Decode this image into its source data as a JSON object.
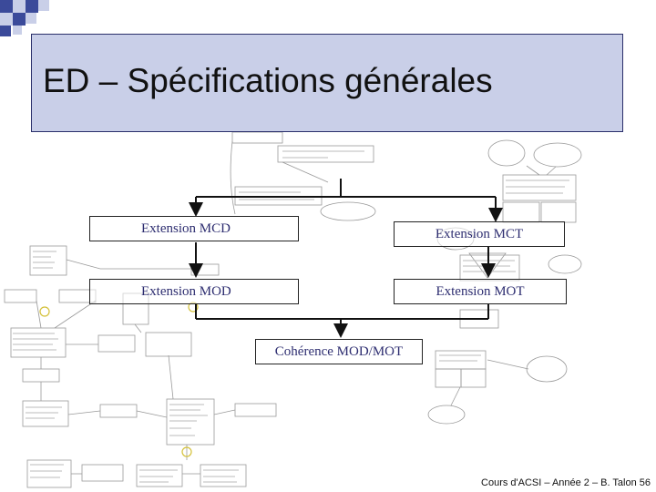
{
  "slide": {
    "title": "ED – Spécifications générales",
    "boxes": {
      "ext_mcd": "Extension MCD",
      "ext_mct": "Extension MCT",
      "ext_mod": "Extension MOD",
      "ext_mot": "Extension MOT",
      "coherence": "Cohérence MOD/MOT"
    },
    "footer": "Cours d'ACSI – Année 2 – B. Talon  56"
  },
  "colors": {
    "title_bg": "#c9cfe8",
    "title_border": "#2a2f6a",
    "box_text": "#2d2d70",
    "deco_blue": "#3b4a9a"
  }
}
